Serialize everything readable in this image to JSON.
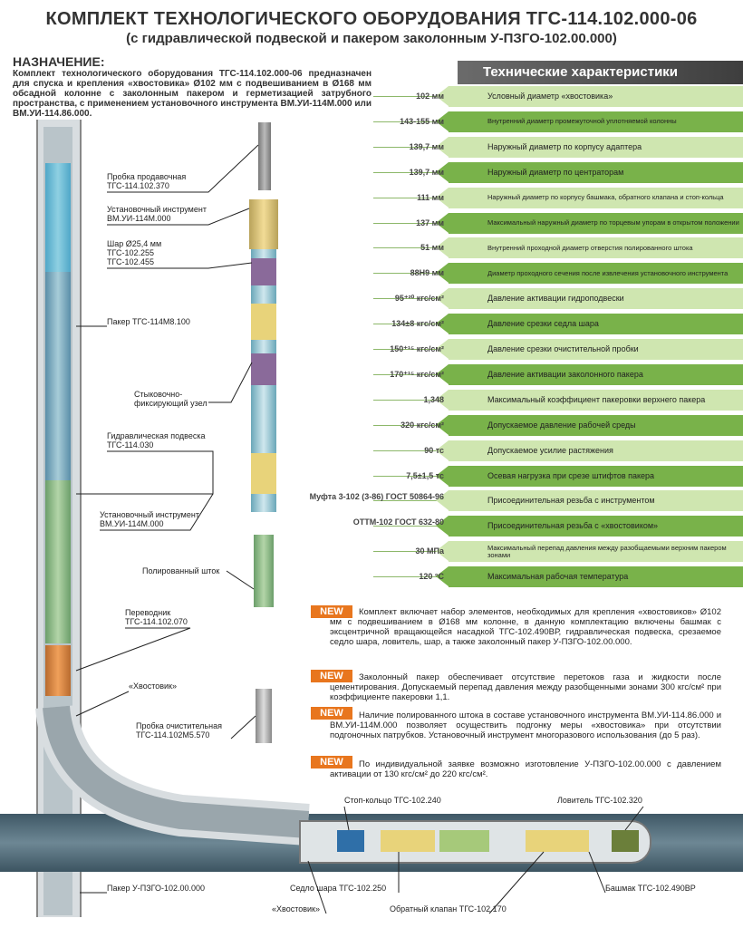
{
  "title": {
    "line1": "КОМПЛЕКТ ТЕХНОЛОГИЧЕСКОГО ОБОРУДОВАНИЯ ТГС-114.102.000-06",
    "line2": "(с гидравлической подвеской и пакером заколонным У-ПЗГО-102.00.000)"
  },
  "purpose": {
    "heading": "НАЗНАЧЕНИЕ:",
    "text": "Комплект технологического оборудования ТГС-114.102.000-06 предназначен для спуска и крепления «хвостовика» Ø102 мм с подвешиванием в Ø168 мм обсадной колонне с заколонным пакером и герметизацией затрубного пространства, с применением установочного инструмента ВМ.УИ-114М.000 или ВМ.УИ-114.86.000."
  },
  "specs": {
    "heading": "Технические характеристики",
    "rows": [
      {
        "value": "102 мм",
        "desc": "Условный диаметр «хвостовика»"
      },
      {
        "value": "143-155 мм",
        "desc": "Внутренний диаметр промежуточной уплотняемой колонны"
      },
      {
        "value": "139,7 мм",
        "desc": "Наружный диаметр по корпусу адаптера"
      },
      {
        "value": "139,7 мм",
        "desc": "Наружный диаметр по центраторам"
      },
      {
        "value": "111 мм",
        "desc": "Наружный диаметр по корпусу башмака, обратного клапана и стоп-кольца"
      },
      {
        "value": "137 мм",
        "desc": "Максимальный наружный диаметр по торцевым упорам в открытом положении"
      },
      {
        "value": "51 мм",
        "desc": "Внутренний проходной диаметр отверстия полированного штока"
      },
      {
        "value": "88Н9 мм",
        "desc": "Диаметр проходного сечения после извлечения установочного инструмента"
      },
      {
        "value": "95⁺²⁰ кгс/см²",
        "desc": "Давление активации гидроподвески"
      },
      {
        "value": "134±8 кгс/см²",
        "desc": "Давление срезки седла шара"
      },
      {
        "value": "150⁺¹⁵ кгс/см²",
        "desc": "Давление срезки очистительной пробки"
      },
      {
        "value": "170⁺¹⁵ кгс/см²",
        "desc": "Давление активации заколонного пакера"
      },
      {
        "value": "1,348",
        "desc": "Максимальный коэффициент пакеровки верхнего пакера"
      },
      {
        "value": "320 кгс/см²",
        "desc": "Допускаемое давление рабочей среды"
      },
      {
        "value": "90 тс",
        "desc": "Допускаемое усилие растяжения"
      },
      {
        "value": "7,5±1,5 тс",
        "desc": "Осевая нагрузка при срезе штифтов пакера"
      },
      {
        "value": "Муфта 3-102 (3-86) ГОСТ 50864-96",
        "desc": "Присоединительная резьба с инструментом"
      },
      {
        "value": "ОТТМ-102 ГОСТ 632-80",
        "desc": "Присоединительная резьба с «хвостовиком»"
      },
      {
        "value": "30 МПа",
        "desc": "Максимальный перепад давления между разобщаемыми верхним пакером зонами"
      },
      {
        "value": "120 °С",
        "desc": "Максимальная рабочая температура"
      }
    ]
  },
  "news": {
    "badge": "NEW",
    "items": [
      "Комплект включает набор элементов, необходимых для крепления «хвостовиков» Ø102 мм с подвешиванием в Ø168 мм колонне, в данную комплектацию включены башмак с эксцентричной вращающейся насадкой ТГС-102.490ВР, гидравлическая подвеска, срезаемое седло шара, ловитель, шар, а также заколонный пакер У-ПЗГО-102.00.000.",
      "Заколонный пакер обеспечивает отсутствие перетоков газа и жидкости после цементирования. Допускаемый перепад давления между разобщенными зонами 300 кгс/см² при коэффициенте пакеровки 1,1.",
      "Наличие полированного штока в составе установочного инструмента ВМ.УИ-114.86.000 и ВМ.УИ-114М.000 позволяет осуществить подгонку меры «хвостовика» при отсутствии подгоночных патрубков. Установочный инструмент многоразового использования (до 5 раз).",
      "По индивидуальной заявке возможно изготовление У-ПЗГО-102.00.000 с давлением активации от 130 кгс/см² до 220 кгс/см²."
    ]
  },
  "labels": {
    "probka_prodav": "Пробка продавочная",
    "probka_prodav_code": "ТГС-114.102.370",
    "ust_instr1": "Установочный инструмент",
    "ust_instr1_code": "ВМ.УИ-114М.000",
    "shar": "Шар Ø25,4 мм",
    "shar_code1": "ТГС-102.255",
    "shar_code2": "ТГС-102.455",
    "paker_tgs": "Пакер ТГС-114М8.100",
    "styk1": "Стыковочно-",
    "styk2": "фиксирующий узел",
    "gidr_podv": "Гидравлическая подвеска",
    "gidr_podv_code": "ТГС-114.030",
    "ust_instr2": "Установочный инструмент",
    "ust_instr2_code": "ВМ.УИ-114М.000",
    "polir_shtok": "Полированный шток",
    "perevodnik": "Переводник",
    "perevodnik_code": "ТГС-114.102.070",
    "hvostovik1": "«Хвостовик»",
    "probka_ochist": "Пробка очистительная",
    "probka_ochist_code": "ТГС-114.102М5.570",
    "stop_kolco": "Стоп-кольцо ТГС-102.240",
    "lovitel": "Ловитель ТГС-102.320",
    "paker_upzgo": "Пакер У-ПЗГО-102.00.000",
    "sedlo_shara": "Седло шара ТГС-102.250",
    "bashmak": "Башмак ТГС-102.490ВР",
    "hvostovik2": "«Хвостовик»",
    "obr_klapan": "Обратный клапан ТГС-102.170"
  }
}
